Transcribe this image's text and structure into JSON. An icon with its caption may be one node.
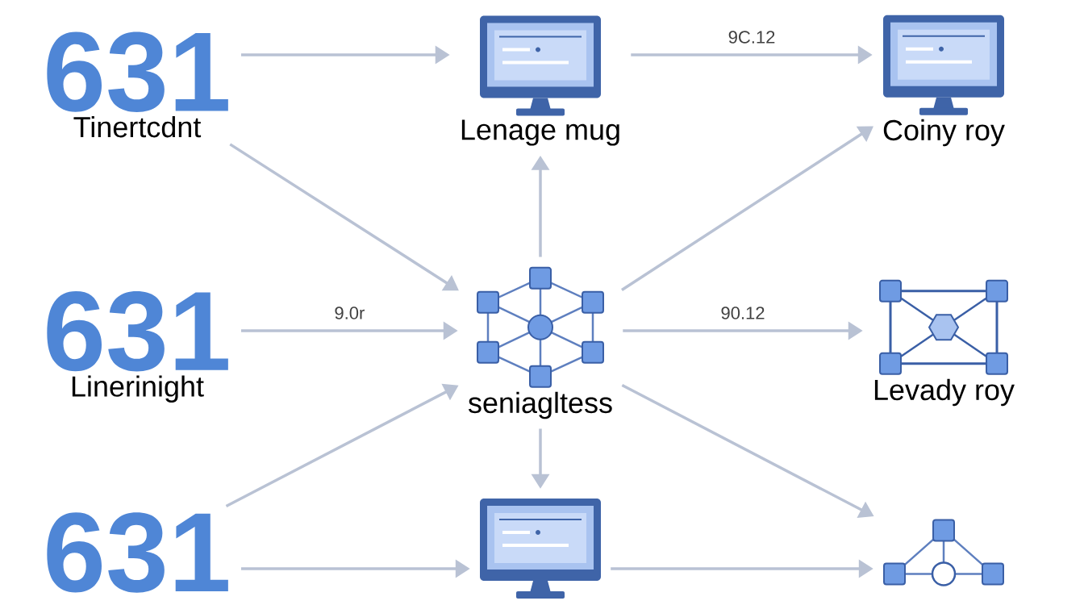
{
  "diagram": {
    "nodes": [
      {
        "text": [
          "631",
          "Tinertcdnt"
        ]
      },
      {
        "text": [
          "Lenage mug"
        ]
      },
      {
        "text": [
          "Coiny roy"
        ]
      },
      {
        "text": [
          "631",
          "Linerinight"
        ]
      },
      {
        "text": [
          "seniagltess"
        ]
      },
      {
        "text": [
          "Levady roy"
        ]
      },
      {
        "text": [
          "631"
        ]
      },
      {
        "text": [],
        "shape": "picture"
      },
      {
        "text": [],
        "shape": "picture"
      }
    ],
    "edges": [
      {
        "from": 0,
        "to": 1,
        "arrow": "to"
      },
      {
        "from": 1,
        "to": 2,
        "arrow": "to",
        "label": "9C.12"
      },
      {
        "from": 0,
        "to": 4,
        "arrow": "to"
      },
      {
        "from": 4,
        "to": 1,
        "arrow": "to"
      },
      {
        "from": 4,
        "to": 2,
        "arrow": "to"
      },
      {
        "from": 3,
        "to": 4,
        "arrow": "to",
        "label": "9.0r"
      },
      {
        "from": 4,
        "to": 5,
        "arrow": "to",
        "label": "90.12"
      },
      {
        "from": 6,
        "to": 4,
        "arrow": "to"
      },
      {
        "from": 4,
        "to": 7,
        "arrow": "to"
      },
      {
        "from": 4,
        "to": 8,
        "arrow": "to"
      },
      {
        "from": 6,
        "to": 7,
        "arrow": "to"
      },
      {
        "from": 7,
        "to": 8,
        "arrow": "to"
      }
    ]
  }
}
